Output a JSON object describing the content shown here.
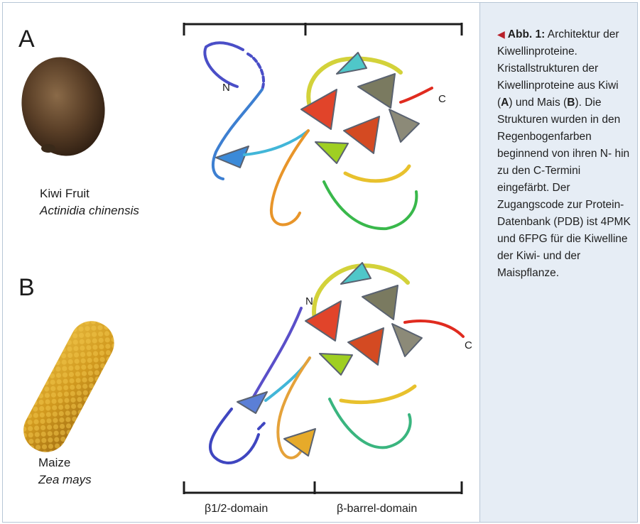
{
  "figure": {
    "panel_a": {
      "letter": "A",
      "fruit_common": "Kiwi Fruit",
      "fruit_scientific": "Actinidia chinensis",
      "n_terminus": "N",
      "c_terminus": "C"
    },
    "panel_b": {
      "letter": "B",
      "fruit_common": "Maize",
      "fruit_scientific": "Zea mays",
      "n_terminus": "N",
      "c_terminus": "C"
    },
    "domains": {
      "left": "β1/2-domain",
      "right": "β-barrel-domain"
    }
  },
  "caption": {
    "label": "Abb. 1:",
    "title_part": "Architektur der Kiwellinproteine.",
    "text_1": "Kristallstrukturen der Kiwellinproteine aus Kiwi (",
    "bold_a": "A",
    "text_2": ") und Mais (",
    "bold_b": "B",
    "text_3": "). Die Strukturen wurden in den Regenbogenfarben beginnend von ihren N- hin zu den C-Termini eingefärbt. Der Zugangscode zur Protein-Datenbank (PDB) ist 4PMK und 6FPG für die Kiwelline der Kiwi- und der Maispflanze."
  },
  "colors": {
    "caption_bg": "#e6edf5",
    "border": "#b7c6d6",
    "marker": "#b8202a"
  }
}
